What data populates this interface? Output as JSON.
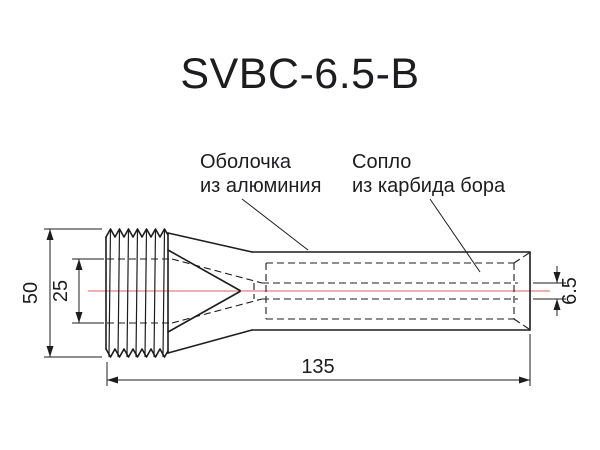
{
  "title": "SVBC-6.5-B",
  "callouts": {
    "shell_line1": "Оболочка",
    "shell_line2": "из алюминия",
    "nozzle_line1": "Сопло",
    "nozzle_line2": "из карбида бора"
  },
  "dimensions": {
    "outer_diameter": "50",
    "inlet_diameter": "25",
    "bore_diameter": "6.5",
    "length": "135"
  },
  "colors": {
    "ink": "#1d1d1f",
    "centerline": "#e08585",
    "background": "#ffffff"
  }
}
